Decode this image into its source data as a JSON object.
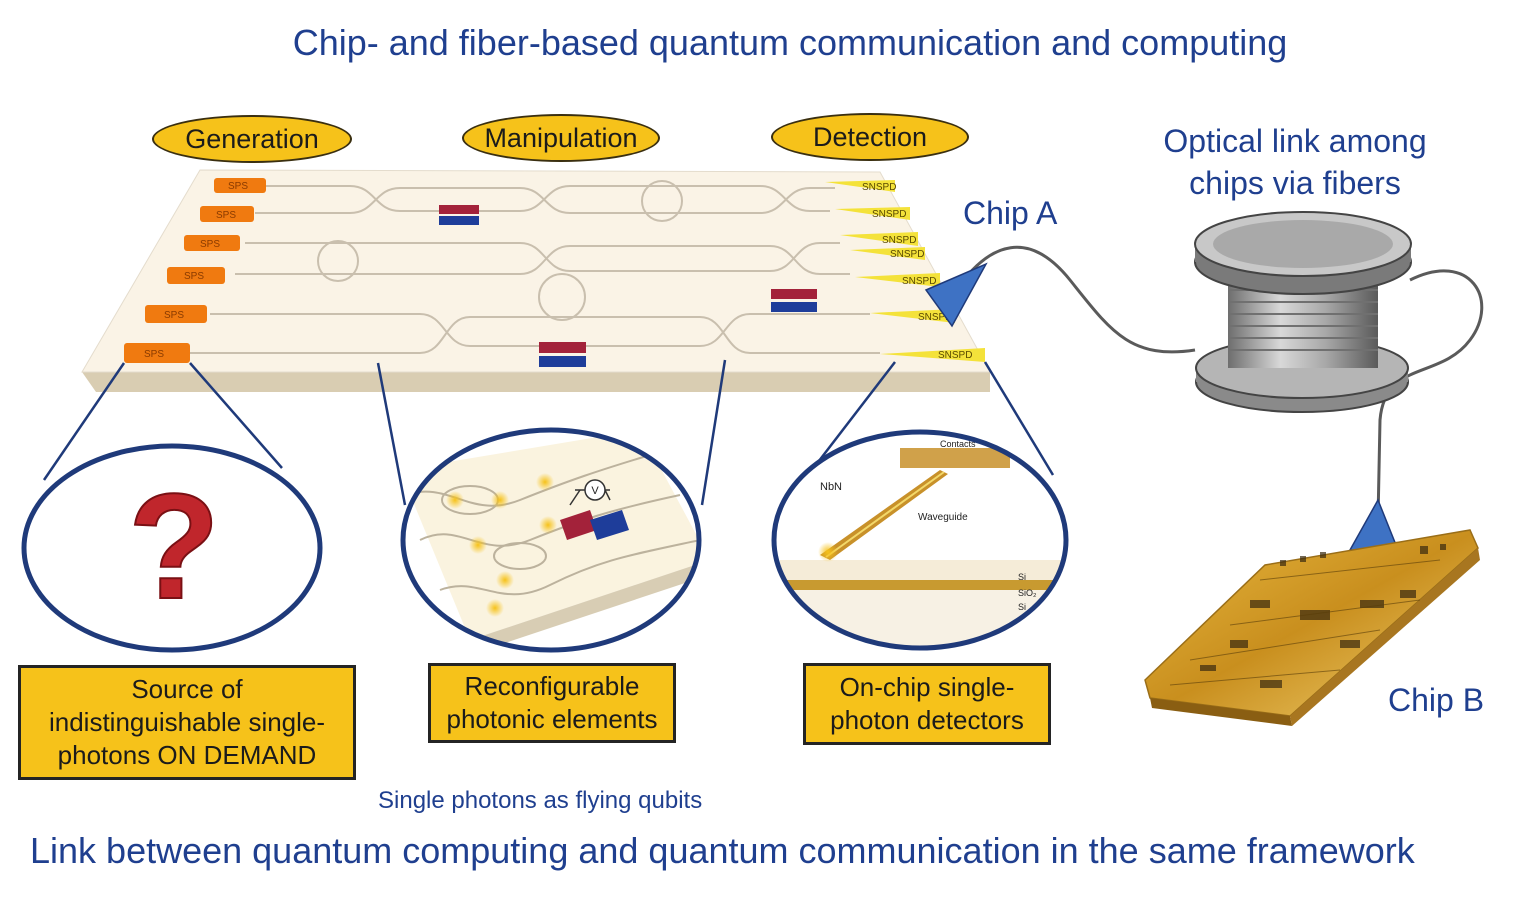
{
  "title": "Chip- and fiber-based quantum communication and computing",
  "stages": [
    "Generation",
    "Manipulation",
    "Detection"
  ],
  "captions": {
    "generation": [
      "Source of",
      "indistinguishable single-",
      "photons ON DEMAND"
    ],
    "manipulation": [
      "Reconfigurable",
      "photonic elements"
    ],
    "detection": [
      "On-chip single-",
      "photon detectors"
    ]
  },
  "chip_labels": {
    "chip_a": "Chip A",
    "chip_b": "Chip B"
  },
  "optical_link": "Optical link among chips via fibers",
  "chip_components": {
    "source": "SPS",
    "detector": "SNSPD",
    "voltmeter": "V",
    "nbn": "NbN",
    "waveguide": "Waveguide",
    "contact": "Contacts",
    "layer_si": "Si",
    "layer_sio2": "SiO₂"
  },
  "question_mark": "?",
  "flying_qubits": "Single photons as flying qubits",
  "bottom_title": "Link between quantum computing and quantum communication in the same framework",
  "colors": {
    "title_blue": "#1f3f8f",
    "label_yellow": "#f6c21a",
    "source_orange": "#f07a10",
    "fiber_grey": "#555555"
  }
}
